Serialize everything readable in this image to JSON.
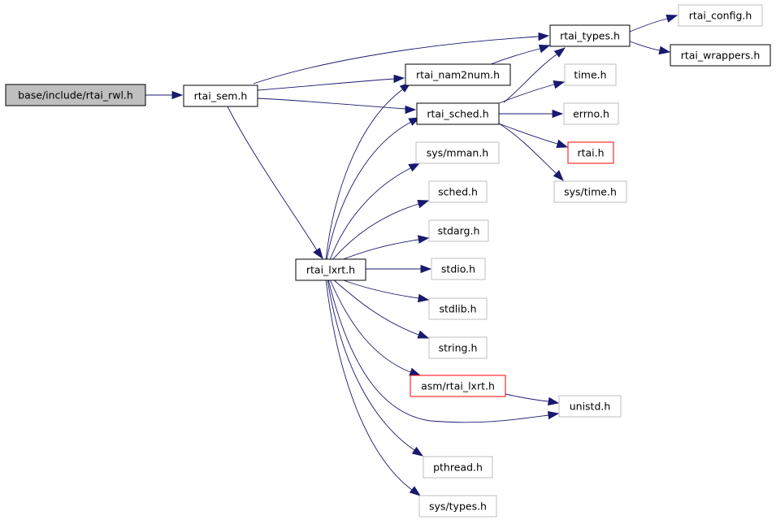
{
  "colors": {
    "edge": "#191970",
    "root_fill": "#bfbfbf",
    "documented_border": "#000000",
    "undocumented_border": "#bfbfbf",
    "missing_border": "#ff0000"
  },
  "nodes": {
    "root": {
      "label": "base/include/rtai_rwl.h",
      "kind": "root"
    },
    "sem": {
      "label": "rtai_sem.h",
      "kind": "documented"
    },
    "types": {
      "label": "rtai_types.h",
      "kind": "documented"
    },
    "config": {
      "label": "rtai_config.h",
      "kind": "undocumented"
    },
    "wrappers": {
      "label": "rtai_wrappers.h",
      "kind": "documented"
    },
    "nam2num": {
      "label": "rtai_nam2num.h",
      "kind": "documented"
    },
    "sched": {
      "label": "rtai_sched.h",
      "kind": "documented"
    },
    "time": {
      "label": "time.h",
      "kind": "undocumented"
    },
    "errno": {
      "label": "errno.h",
      "kind": "undocumented"
    },
    "rtai": {
      "label": "rtai.h",
      "kind": "missing"
    },
    "systime": {
      "label": "sys/time.h",
      "kind": "undocumented"
    },
    "mman": {
      "label": "sys/mman.h",
      "kind": "undocumented"
    },
    "schedh": {
      "label": "sched.h",
      "kind": "undocumented"
    },
    "lxrt": {
      "label": "rtai_lxrt.h",
      "kind": "documented"
    },
    "stdarg": {
      "label": "stdarg.h",
      "kind": "undocumented"
    },
    "stdio": {
      "label": "stdio.h",
      "kind": "undocumented"
    },
    "stdlib": {
      "label": "stdlib.h",
      "kind": "undocumented"
    },
    "string": {
      "label": "string.h",
      "kind": "undocumented"
    },
    "asm": {
      "label": "asm/rtai_lxrt.h",
      "kind": "missing"
    },
    "unistd": {
      "label": "unistd.h",
      "kind": "undocumented"
    },
    "pthread": {
      "label": "pthread.h",
      "kind": "undocumented"
    },
    "systypes": {
      "label": "sys/types.h",
      "kind": "undocumented"
    }
  },
  "edges": [
    [
      "root",
      "sem"
    ],
    [
      "sem",
      "types"
    ],
    [
      "sem",
      "nam2num"
    ],
    [
      "sem",
      "sched"
    ],
    [
      "sem",
      "lxrt"
    ],
    [
      "types",
      "config"
    ],
    [
      "types",
      "wrappers"
    ],
    [
      "nam2num",
      "types"
    ],
    [
      "sched",
      "types"
    ],
    [
      "sched",
      "time"
    ],
    [
      "sched",
      "errno"
    ],
    [
      "sched",
      "rtai"
    ],
    [
      "sched",
      "systime"
    ],
    [
      "lxrt",
      "nam2num"
    ],
    [
      "lxrt",
      "sched"
    ],
    [
      "lxrt",
      "mman"
    ],
    [
      "lxrt",
      "schedh"
    ],
    [
      "lxrt",
      "stdarg"
    ],
    [
      "lxrt",
      "stdio"
    ],
    [
      "lxrt",
      "stdlib"
    ],
    [
      "lxrt",
      "string"
    ],
    [
      "lxrt",
      "asm"
    ],
    [
      "lxrt",
      "unistd"
    ],
    [
      "lxrt",
      "pthread"
    ],
    [
      "lxrt",
      "systypes"
    ],
    [
      "asm",
      "unistd"
    ]
  ]
}
